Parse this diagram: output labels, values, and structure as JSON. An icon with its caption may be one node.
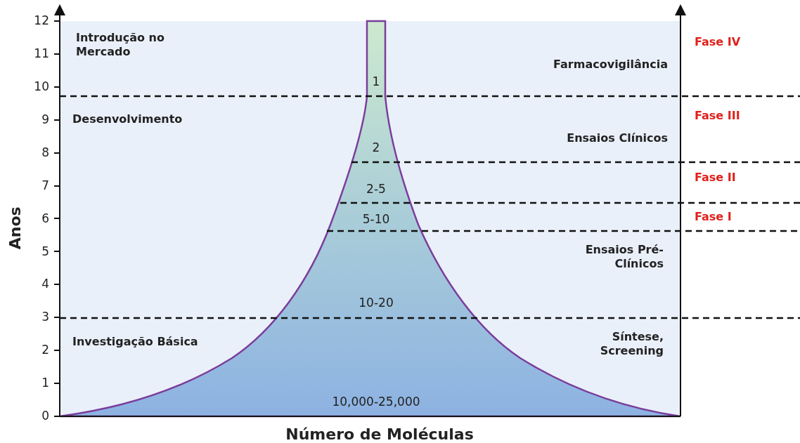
{
  "diagram": {
    "labels": [
      "12",
      "11",
      "10",
      "9",
      "8",
      "7",
      "6",
      "5",
      "4",
      "3",
      "2",
      "1",
      "0",
      "Anos",
      "Introdução no Mercado",
      "Fase IV",
      "Farmacovigilância",
      "1",
      "Desenvolvimento",
      "Fase III",
      "Ensaios Clínicos",
      "2",
      "Fase II",
      "2-5",
      "Fase I",
      "5-10",
      "Ensaios Pré-Clínicos",
      "10-20",
      "Investigação Básica",
      "Síntese, Screening",
      "10,000-25,000",
      "Número de Moléculas"
    ]
  }
}
